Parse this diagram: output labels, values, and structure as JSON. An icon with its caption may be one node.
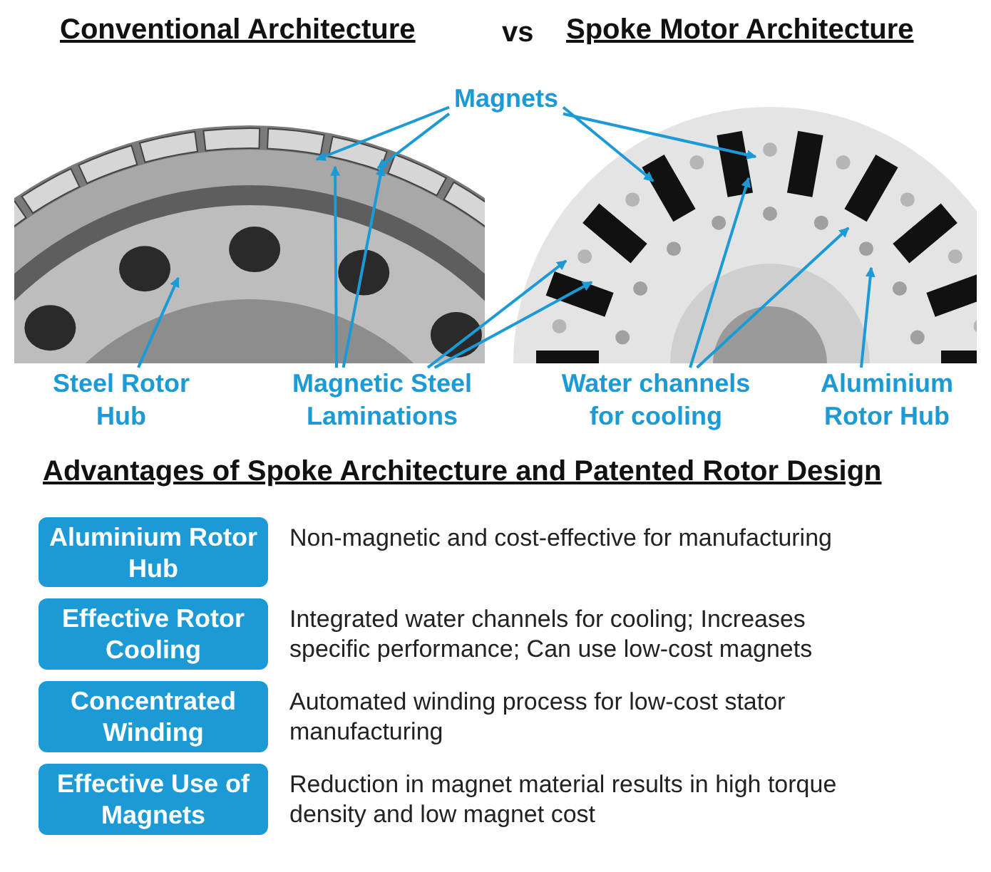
{
  "diagram": {
    "nodes": [
      {
        "text": [],
        "shape": "picture"
      },
      {
        "text": [],
        "shape": "picture"
      },
      {
        "text": [
          "Magnets"
        ]
      },
      {
        "text": [
          "Steel Rotor Hub"
        ]
      },
      {
        "text": [
          "Magnetic Steel Laminations"
        ]
      },
      {
        "text": [
          "Water channels for cooling"
        ]
      },
      {
        "text": [
          "Aluminium Rotor Hub"
        ]
      },
      {
        "text": [
          "Aluminium Rotor Hub"
        ],
        "beside": [
          "Non-magnetic and cost-effective for manufacturing"
        ]
      },
      {
        "text": [
          "Effective Rotor Cooling"
        ],
        "beside": [
          "Integrated water channels for cooling; Increases specific performance; Can use low-cost magnets"
        ]
      },
      {
        "text": [
          "Concentrated Winding"
        ],
        "beside": [
          "Automated winding process for low-cost stator manufacturing"
        ]
      },
      {
        "text": [
          "Effective Use of Magnets"
        ],
        "beside": [
          "Reduction in magnet material results in high torque density and low magnet cost"
        ]
      }
    ],
    "edges": [
      {
        "from": 2,
        "to": 0,
        "arrow": "to"
      },
      {
        "from": 2,
        "to": 0,
        "arrow": "to"
      },
      {
        "from": 2,
        "to": 1,
        "arrow": "to"
      },
      {
        "from": 2,
        "to": 1,
        "arrow": "to"
      },
      {
        "from": 3,
        "to": 0,
        "arrow": "to"
      },
      {
        "from": 4,
        "to": 0,
        "arrow": "to"
      },
      {
        "from": 4,
        "to": 0,
        "arrow": "to"
      },
      {
        "from": 4,
        "to": 1,
        "arrow": "to"
      },
      {
        "from": 4,
        "to": 1,
        "arrow": "to"
      },
      {
        "from": 5,
        "to": 1,
        "arrow": "to"
      },
      {
        "from": 5,
        "to": 1,
        "arrow": "to"
      },
      {
        "from": 6,
        "to": 1,
        "arrow": "to"
      }
    ],
    "labels": [
      "Conventional Architecture",
      "vs",
      "Spoke Motor Architecture",
      "Advantages of Spoke Architecture and Patented Rotor Design"
    ]
  }
}
